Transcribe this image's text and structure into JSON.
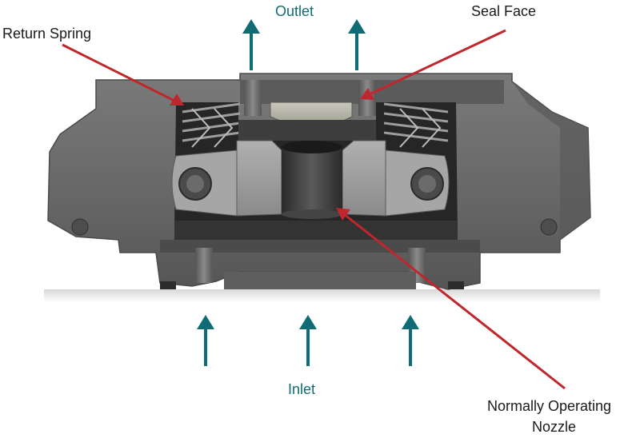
{
  "labels": {
    "outlet": "Outlet",
    "inlet": "Inlet",
    "return_spring": "Return Spring",
    "seal_face": "Seal Face",
    "nozzle_line1": "Normally Operating",
    "nozzle_line2": "Nozzle"
  },
  "colors": {
    "flow_arrow": "#0f6c74",
    "callout_arrow": "#c0262d",
    "housing": "#6e6e6e",
    "housing_dark": "#3d3d3d",
    "cavity": "#1f1f1f",
    "ring": "#9a9a9a",
    "seal": "#b5b5a8"
  },
  "icons": {
    "flow_arrows": "up-arrow-icon",
    "callouts": "red-pointer-arrow"
  }
}
